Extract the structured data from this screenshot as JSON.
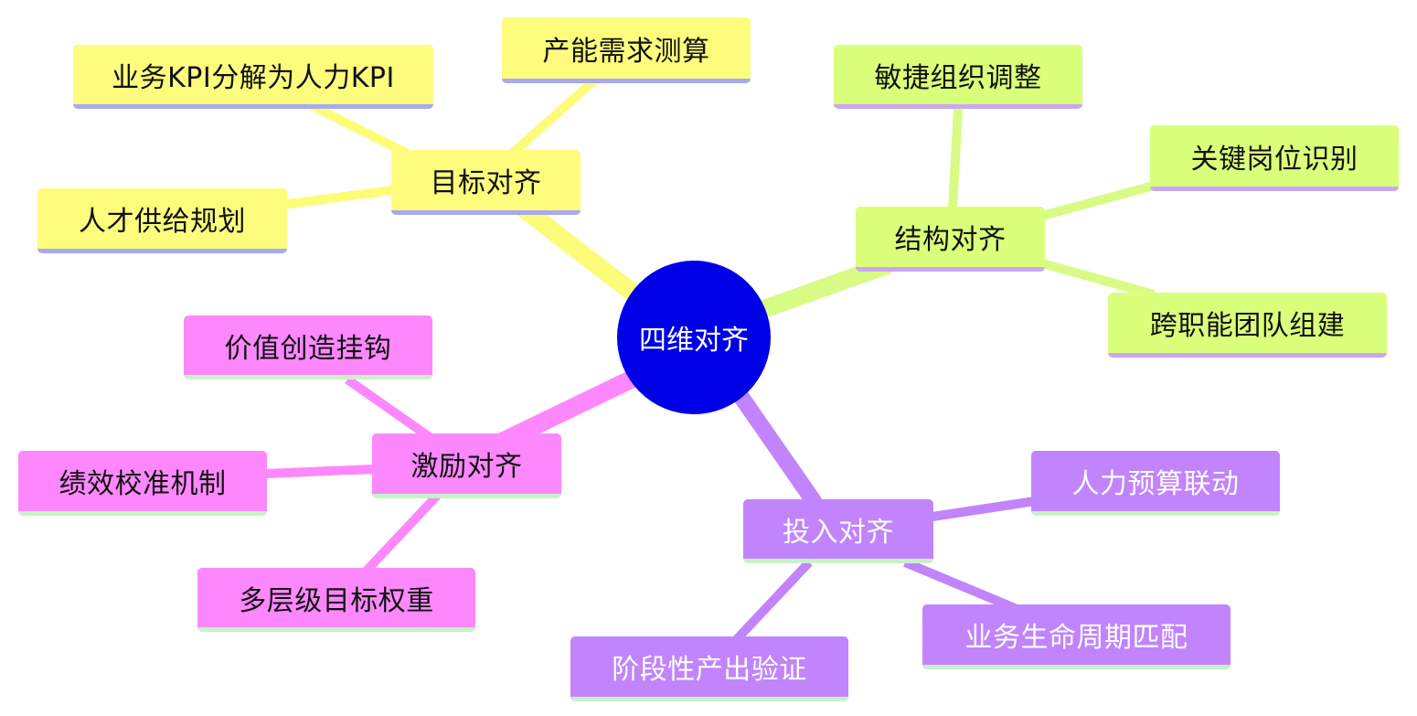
{
  "root": {
    "label": "四维对齐",
    "color": "#0000e6"
  },
  "branches": [
    {
      "label": "目标对齐",
      "color": "#fdfc7d",
      "children": [
        "业务KPI分解为人力KPI",
        "产能需求测算",
        "人才供给规划"
      ]
    },
    {
      "label": "结构对齐",
      "color": "#daff7a",
      "children": [
        "敏捷组织调整",
        "关键岗位识别",
        "跨职能团队组建"
      ]
    },
    {
      "label": "投入对齐",
      "color": "#c184fc",
      "children": [
        "人力预算联动",
        "业务生命周期匹配",
        "阶段性产出验证"
      ]
    },
    {
      "label": "激励对齐",
      "color": "#fd88fd",
      "children": [
        "价值创造挂钩",
        "绩效校准机制",
        "多层级目标权重"
      ]
    }
  ]
}
